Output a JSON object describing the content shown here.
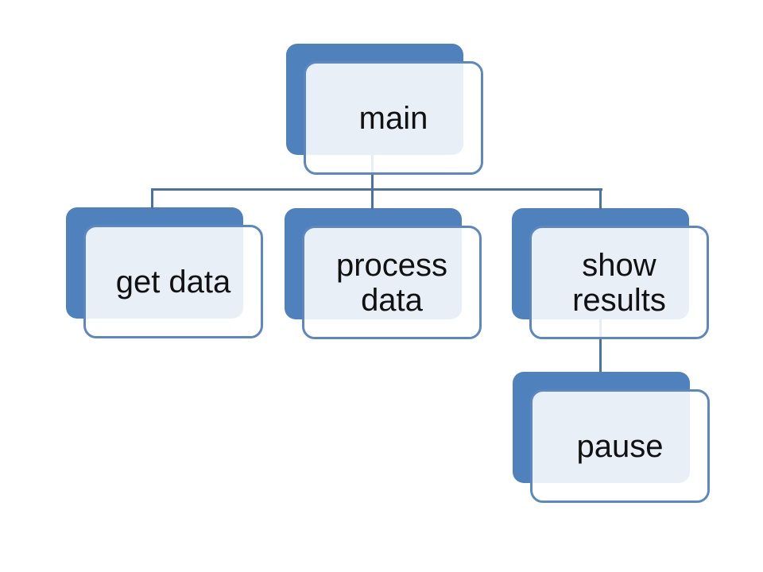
{
  "diagram": {
    "type": "hierarchy",
    "nodes": [
      {
        "id": "main",
        "label": "main",
        "parent": null
      },
      {
        "id": "get-data",
        "label": "get data",
        "parent": "main"
      },
      {
        "id": "process-data",
        "label": "process data",
        "parent": "main"
      },
      {
        "id": "show-results",
        "label": "show results",
        "parent": "main"
      },
      {
        "id": "pause",
        "label": "pause",
        "parent": "show-results"
      }
    ]
  },
  "colors": {
    "background": "#ffffff",
    "accent": "#4f81bd",
    "front-border": "#5c87c0",
    "front-fill": "rgba(255,255,255,0.87)",
    "connector": "#4a73a4",
    "text": "#111111"
  }
}
